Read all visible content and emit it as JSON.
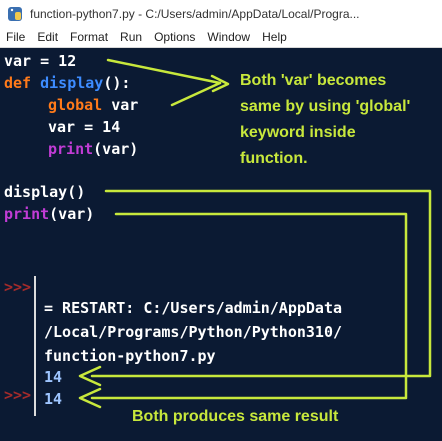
{
  "window": {
    "title": "function-python7.py - C:/Users/admin/AppData/Local/Progra...",
    "app_icon": "python-file-icon"
  },
  "menu": [
    "File",
    "Edit",
    "Format",
    "Run",
    "Options",
    "Window",
    "Help"
  ],
  "code": {
    "line1": {
      "var": "var",
      "rest": " = 12"
    },
    "line2": {
      "kw": "def",
      "fn": "display",
      "rest": "():"
    },
    "line3": {
      "kw": "global",
      "rest": " var"
    },
    "line4": {
      "text": "var = 14"
    },
    "line5": {
      "bi": "print",
      "rest": "(var)"
    },
    "line6": {
      "call": "display()"
    },
    "line7": {
      "bi": "print",
      "rest": "(var)"
    }
  },
  "annotations": {
    "top_note": "Both 'var' becomes\nsame by using 'global'\nkeyword inside\nfunction.",
    "bottom_note": "Both produces same result"
  },
  "shell": {
    "prompts": [
      ">>>",
      ">>>"
    ],
    "restart": "= RESTART: C:/Users/admin/AppData\n/Local/Programs/Python/Python310/\nfunction-python7.py",
    "outputs": [
      "14",
      "14"
    ]
  },
  "colors": {
    "background": "#0b1a33",
    "keyword": "#ff7a1a",
    "function": "#3d8cff",
    "builtin": "#c23cd6",
    "annotation": "#c8e83c",
    "prompt": "#a32b2b"
  }
}
